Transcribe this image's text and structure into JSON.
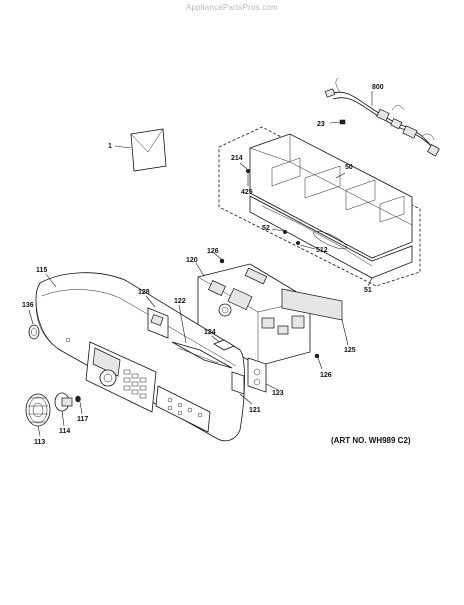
{
  "header": {
    "watermark": "AppliancePartsPros.com"
  },
  "footer": {
    "art_number": "(ART NO. WH989 C2)"
  },
  "callouts": [
    {
      "id": "c-1",
      "label": "1"
    },
    {
      "id": "c-23",
      "label": "23"
    },
    {
      "id": "c-800",
      "label": "800"
    },
    {
      "id": "c-214",
      "label": "214"
    },
    {
      "id": "c-425",
      "label": "425"
    },
    {
      "id": "c-50",
      "label": "50"
    },
    {
      "id": "c-52",
      "label": "52"
    },
    {
      "id": "c-512",
      "label": "512"
    },
    {
      "id": "c-51",
      "label": "51"
    },
    {
      "id": "c-126a",
      "label": "126"
    },
    {
      "id": "c-120",
      "label": "120"
    },
    {
      "id": "c-115",
      "label": "115"
    },
    {
      "id": "c-128",
      "label": "128"
    },
    {
      "id": "c-122",
      "label": "122"
    },
    {
      "id": "c-136",
      "label": "136"
    },
    {
      "id": "c-124",
      "label": "124"
    },
    {
      "id": "c-125",
      "label": "125"
    },
    {
      "id": "c-126b",
      "label": "126"
    },
    {
      "id": "c-123",
      "label": "123"
    },
    {
      "id": "c-121",
      "label": "121"
    },
    {
      "id": "c-117",
      "label": "117"
    },
    {
      "id": "c-114",
      "label": "114"
    },
    {
      "id": "c-113",
      "label": "113"
    }
  ]
}
